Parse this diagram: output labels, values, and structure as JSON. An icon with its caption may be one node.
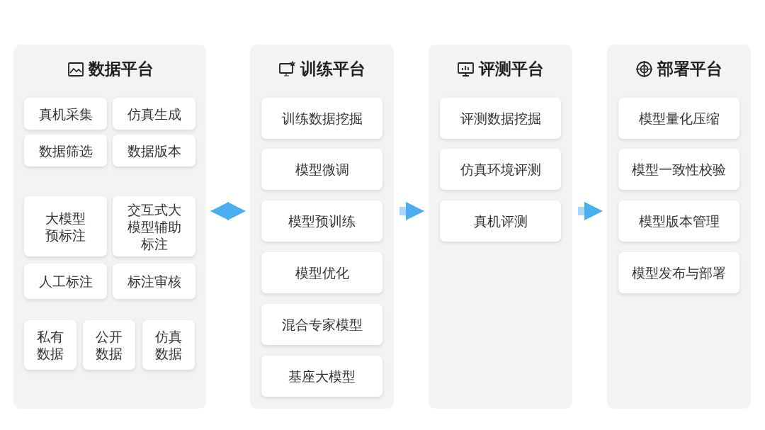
{
  "diagram": {
    "nodes": [
      {
        "text": [
          "数据平台"
        ]
      },
      {
        "text": [
          "真机采集"
        ],
        "in": 0
      },
      {
        "text": [
          "仿真生成"
        ],
        "in": 0
      },
      {
        "text": [
          "数据筛选"
        ],
        "in": 0
      },
      {
        "text": [
          "数据版本"
        ],
        "in": 0
      },
      {
        "text": [
          "大模型预标注"
        ],
        "in": 0
      },
      {
        "text": [
          "交互式大模型辅助标注"
        ],
        "in": 0
      },
      {
        "text": [
          "人工标注"
        ],
        "in": 0
      },
      {
        "text": [
          "标注审核"
        ],
        "in": 0
      },
      {
        "text": [
          "私有数据"
        ],
        "in": 0
      },
      {
        "text": [
          "公开数据"
        ],
        "in": 0
      },
      {
        "text": [
          "仿真数据"
        ],
        "in": 0
      },
      {
        "text": [
          "训练平台"
        ]
      },
      {
        "text": [
          "训练数据挖掘"
        ],
        "in": 12
      },
      {
        "text": [
          "模型微调"
        ],
        "in": 12
      },
      {
        "text": [
          "模型预训练"
        ],
        "in": 12
      },
      {
        "text": [
          "模型优化"
        ],
        "in": 12
      },
      {
        "text": [
          "混合专家模型"
        ],
        "in": 12
      },
      {
        "text": [
          "基座大模型"
        ],
        "in": 12
      },
      {
        "text": [
          "评测平台"
        ]
      },
      {
        "text": [
          "评测数据挖掘"
        ],
        "in": 19
      },
      {
        "text": [
          "仿真环境评测"
        ],
        "in": 19
      },
      {
        "text": [
          "真机评测"
        ],
        "in": 19
      },
      {
        "text": [
          "部署平台"
        ]
      },
      {
        "text": [
          "模型量化压缩"
        ],
        "in": 23
      },
      {
        "text": [
          "模型一致性校验"
        ],
        "in": 23
      },
      {
        "text": [
          "模型版本管理"
        ],
        "in": 23
      },
      {
        "text": [
          "模型发布与部署"
        ],
        "in": 23
      }
    ],
    "edges": [
      {
        "from": 0,
        "to": 12,
        "arrow": "both"
      },
      {
        "from": 12,
        "to": 19,
        "arrow": "to"
      },
      {
        "from": 19,
        "to": 23,
        "arrow": "to"
      }
    ]
  }
}
